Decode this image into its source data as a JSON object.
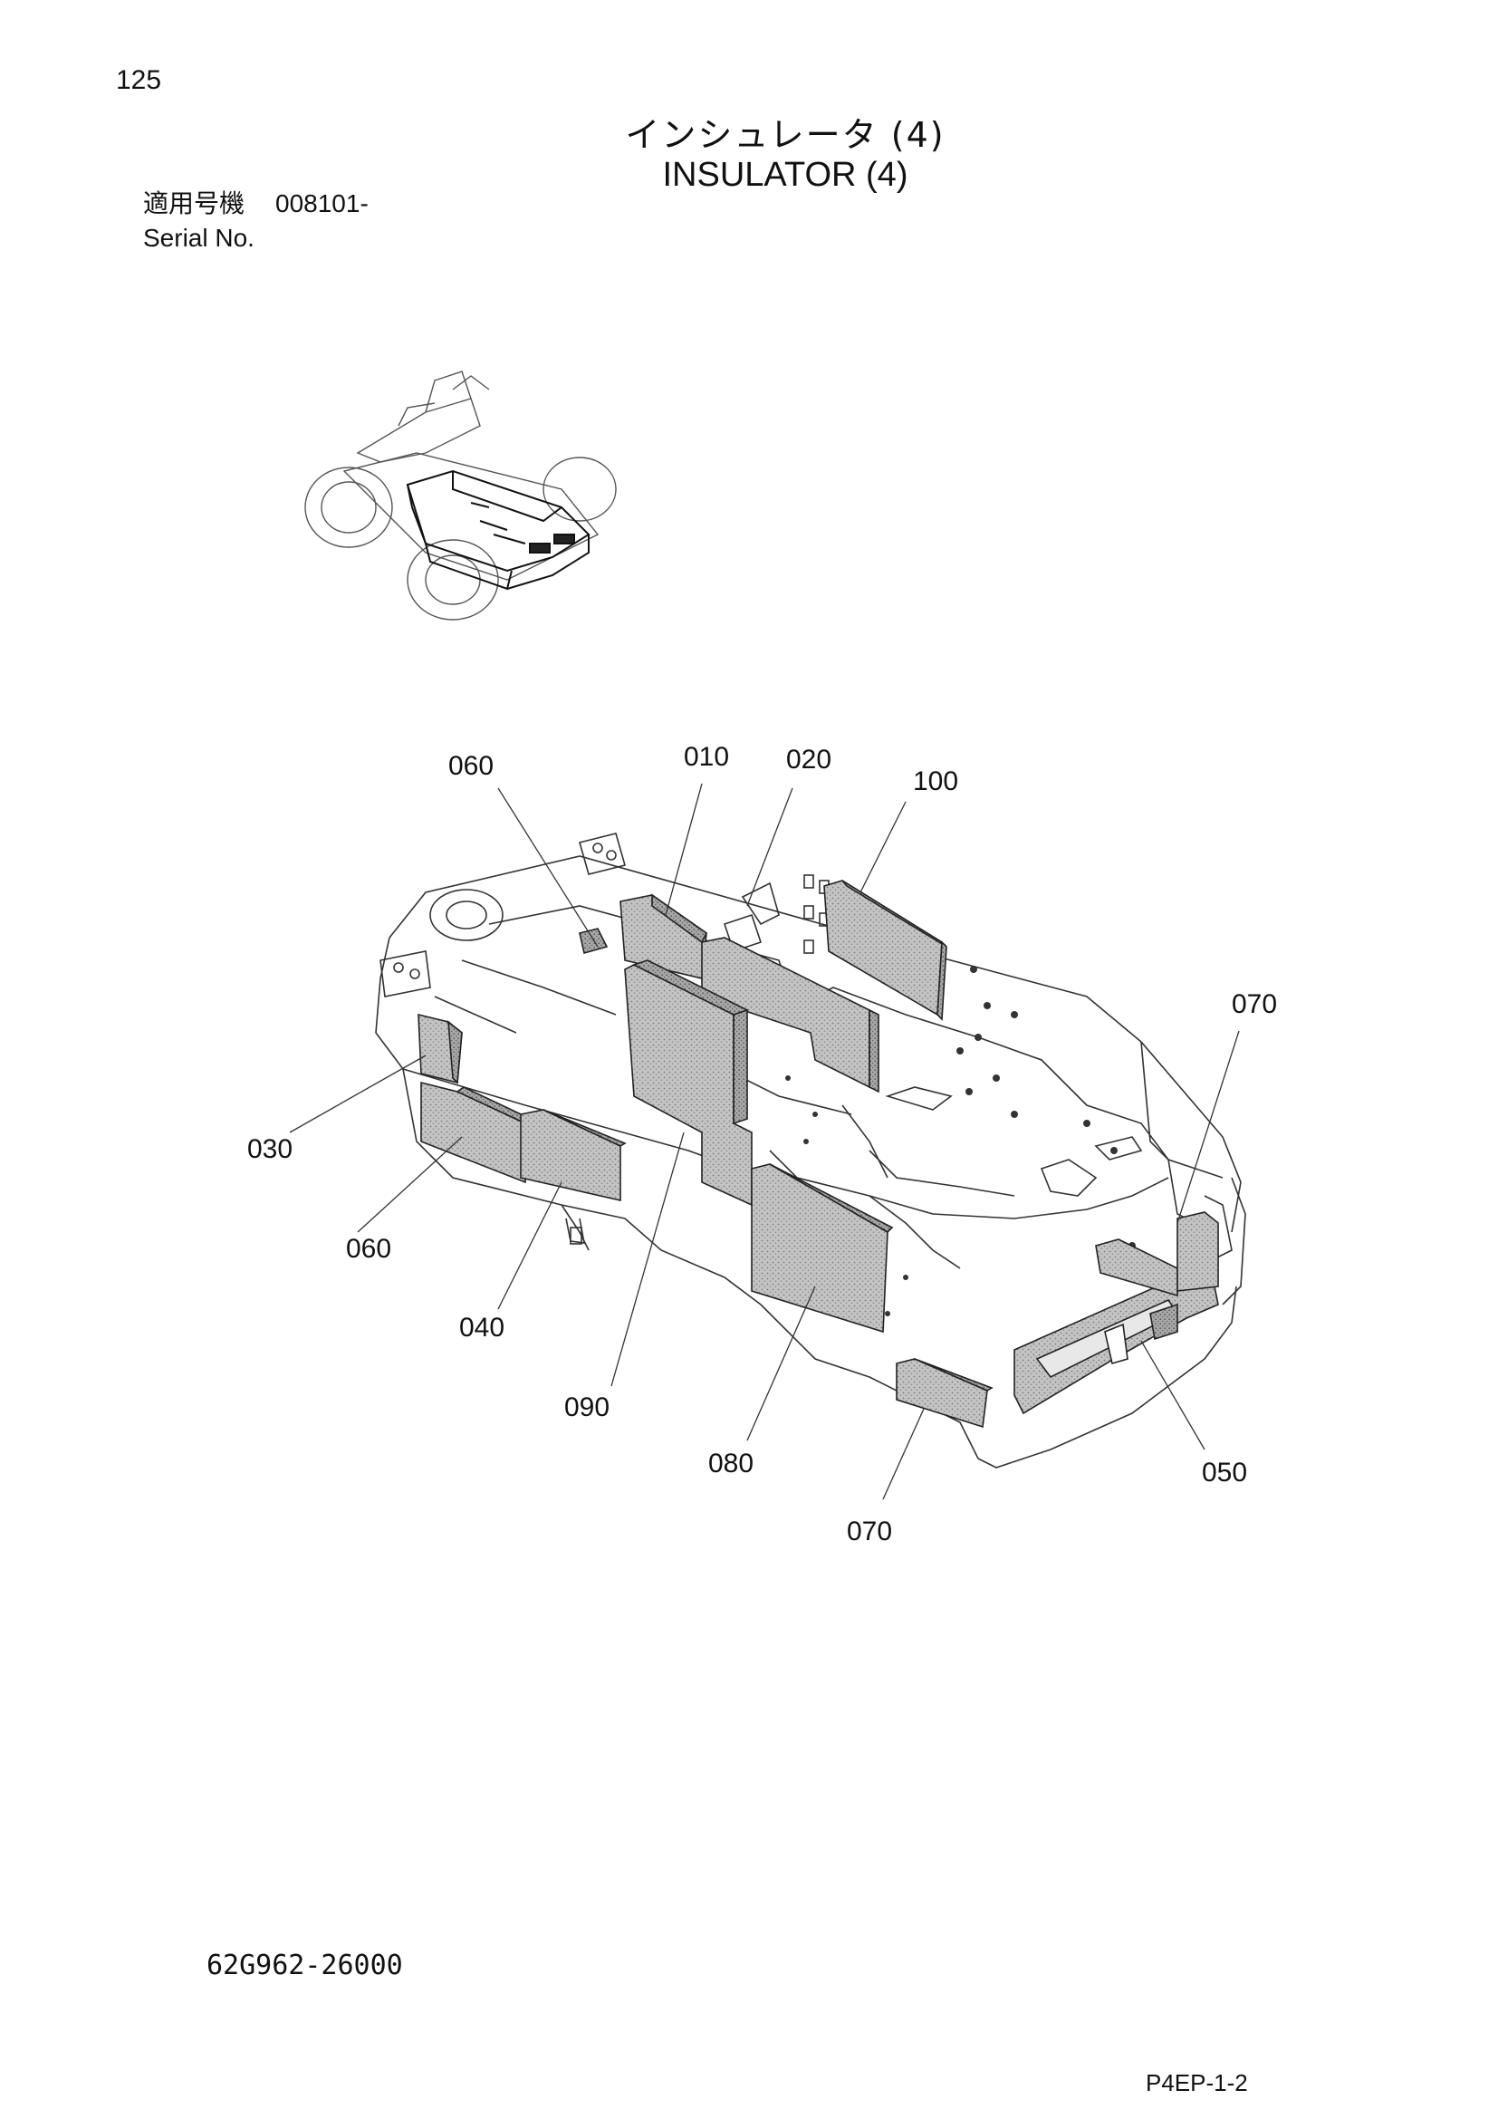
{
  "page_number": "125",
  "title_jp": "インシュレータ (4)",
  "title_en": "INSULATOR (4)",
  "serial": {
    "label_jp": "適用号機",
    "value": "008101-",
    "label_en": "Serial No."
  },
  "callouts": [
    {
      "id": "c060a",
      "text": "060"
    },
    {
      "id": "c010",
      "text": "010"
    },
    {
      "id": "c020",
      "text": "020"
    },
    {
      "id": "c100",
      "text": "100"
    },
    {
      "id": "c070a",
      "text": "070"
    },
    {
      "id": "c030",
      "text": "030"
    },
    {
      "id": "c060b",
      "text": "060"
    },
    {
      "id": "c040",
      "text": "040"
    },
    {
      "id": "c090",
      "text": "090"
    },
    {
      "id": "c080",
      "text": "080"
    },
    {
      "id": "c050",
      "text": "050"
    },
    {
      "id": "c070b",
      "text": "070"
    }
  ],
  "doc_code": "62G962-26000",
  "page_code": "P4EP-1-2",
  "colors": {
    "ink": "#111111",
    "insulator_fill": "#b8b8b8",
    "frame_line": "#333333"
  }
}
